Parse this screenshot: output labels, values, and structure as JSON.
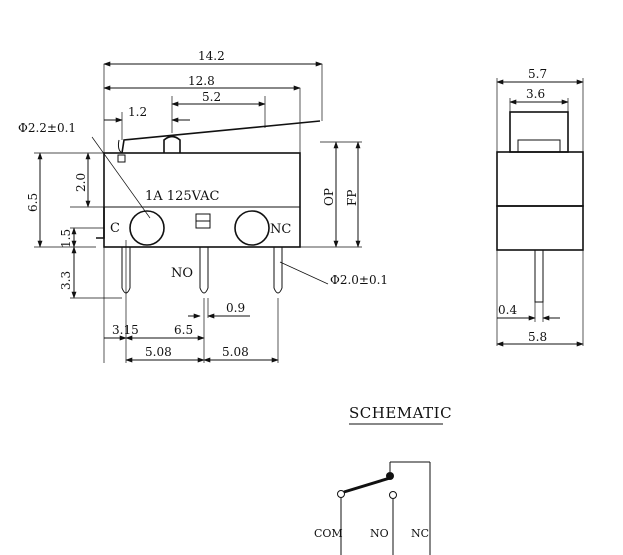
{
  "front_view": {
    "dim_overall_length": "14.2",
    "dim_lever_length": "12.8",
    "dim_roller_offset": "1.2",
    "dim_roller_pos": "5.2",
    "dim_mount_hole": "Φ2.2±0.1",
    "dim_top_height": "2.0",
    "dim_body_height": "6.5",
    "dim_base_offset": "1.5",
    "dim_pin_length": "3.3",
    "dim_pin_hole": "Φ2.0±0.1",
    "dim_op": "OP",
    "dim_fp": "FP",
    "dim_c_offset": "3.15",
    "dim_no_offset": "6.5",
    "dim_pin_width": "0.9",
    "dim_pitch_1": "5.08",
    "dim_pitch_2": "5.08",
    "rating": "1A  125VAC",
    "terminal_c": "C",
    "terminal_no": "NO",
    "terminal_nc": "NC"
  },
  "side_view": {
    "dim_top_width": "5.7",
    "dim_plunger_width": "3.6",
    "dim_pin_thickness": "0.4",
    "dim_body_width": "5.8"
  },
  "schematic": {
    "title": "SCHEMATIC",
    "label_com": "COM",
    "label_no": "NO",
    "label_nc": "NC"
  }
}
